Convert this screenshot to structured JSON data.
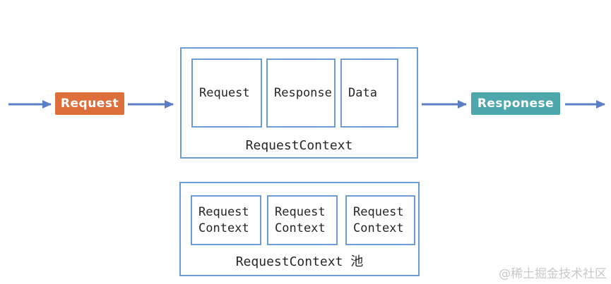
{
  "colors": {
    "arrow": "#5C7EC5",
    "box_border": "#6C9BD5",
    "request_badge_bg": "#DE6F3B",
    "response_badge_bg": "#4FA7AE",
    "label_text": "#262626",
    "badge_text": "#FFFFFF",
    "watermark_text": "#C8C8C8"
  },
  "flow": {
    "request_badge": "Request",
    "response_badge": "Responese"
  },
  "request_context": {
    "items": [
      "Request",
      "Response",
      "Data"
    ],
    "label": "RequestContext"
  },
  "pool": {
    "items": [
      "Request Context",
      "Request Context",
      "Request Context"
    ],
    "label": "RequestContext 池"
  },
  "watermark": "@稀土掘金技术社区"
}
